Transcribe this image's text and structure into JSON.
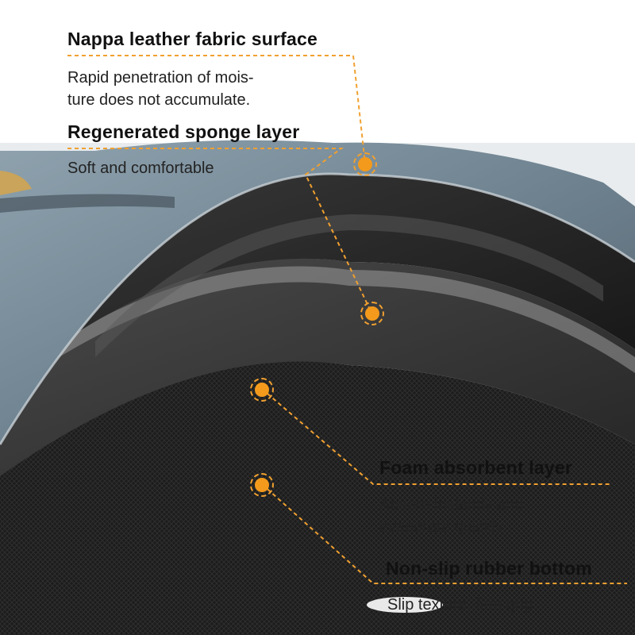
{
  "image": {
    "subject": "layered mat cross-section",
    "accent_color": "#f39a1c",
    "surface_color": "#6f8391",
    "layer_color": "#2a2a2a"
  },
  "callouts": [
    {
      "title": "Nappa leather fabric surface",
      "desc_lines": [
        "Rapid penetration of mois-",
        "ture does not accumulate."
      ]
    },
    {
      "title": "Regenerated sponge layer",
      "desc_lines": [
        "Soft and comfortable"
      ]
    },
    {
      "title": "Foam absorbent layer",
      "desc_lines": [
        "Absorb instantly and",
        "evaporate quickly."
      ]
    },
    {
      "title": "Non-slip rubber bottom",
      "desc_lines": [
        "Slip texture, firm grip."
      ]
    }
  ]
}
